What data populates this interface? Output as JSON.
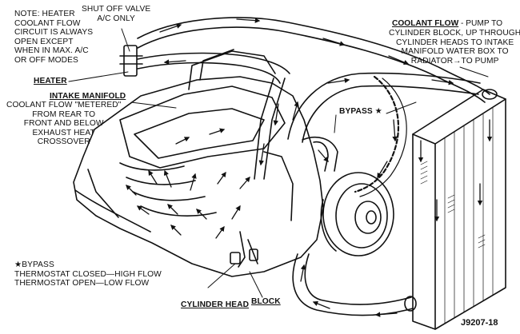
{
  "colors": {
    "ink": "#111111",
    "paper": "#ffffff"
  },
  "labels": {
    "note": "NOTE: HEATER\nCOOLANT FLOW\nCIRCUIT IS ALWAYS\nOPEN EXCEPT\nWHEN IN MAX. A/C\nOR OFF MODES",
    "shutoff_valve": "SHUT OFF VALVE\nA/C ONLY",
    "heater": "HEATER",
    "intake_manifold_title": "INTAKE MANIFOLD",
    "intake_manifold_body": "COOLANT FLOW \"METERED\"\nFROM REAR TO\nFRONT AND BELOW\nEXHAUST HEAT\nCROSSOVER",
    "bypass": "BYPASS ★",
    "coolant_flow_title": "COOLANT FLOW",
    "coolant_flow_first": " - PUMP TO",
    "coolant_flow_body": "CYLINDER BLOCK, UP THROUGH\nCYLINDER HEADS TO INTAKE\nMANIFOLD WATER BOX TO\nRADIATOR→TO PUMP",
    "bypass_legend": "★BYPASS\nTHERMOSTAT CLOSED—HIGH FLOW\nTHERMOSTAT OPEN—LOW FLOW",
    "cylinder_head": "CYLINDER HEAD",
    "block": "BLOCK",
    "figure_id": "J9207-18"
  },
  "icons": [
    "flow-arrow",
    "bypass-star"
  ]
}
